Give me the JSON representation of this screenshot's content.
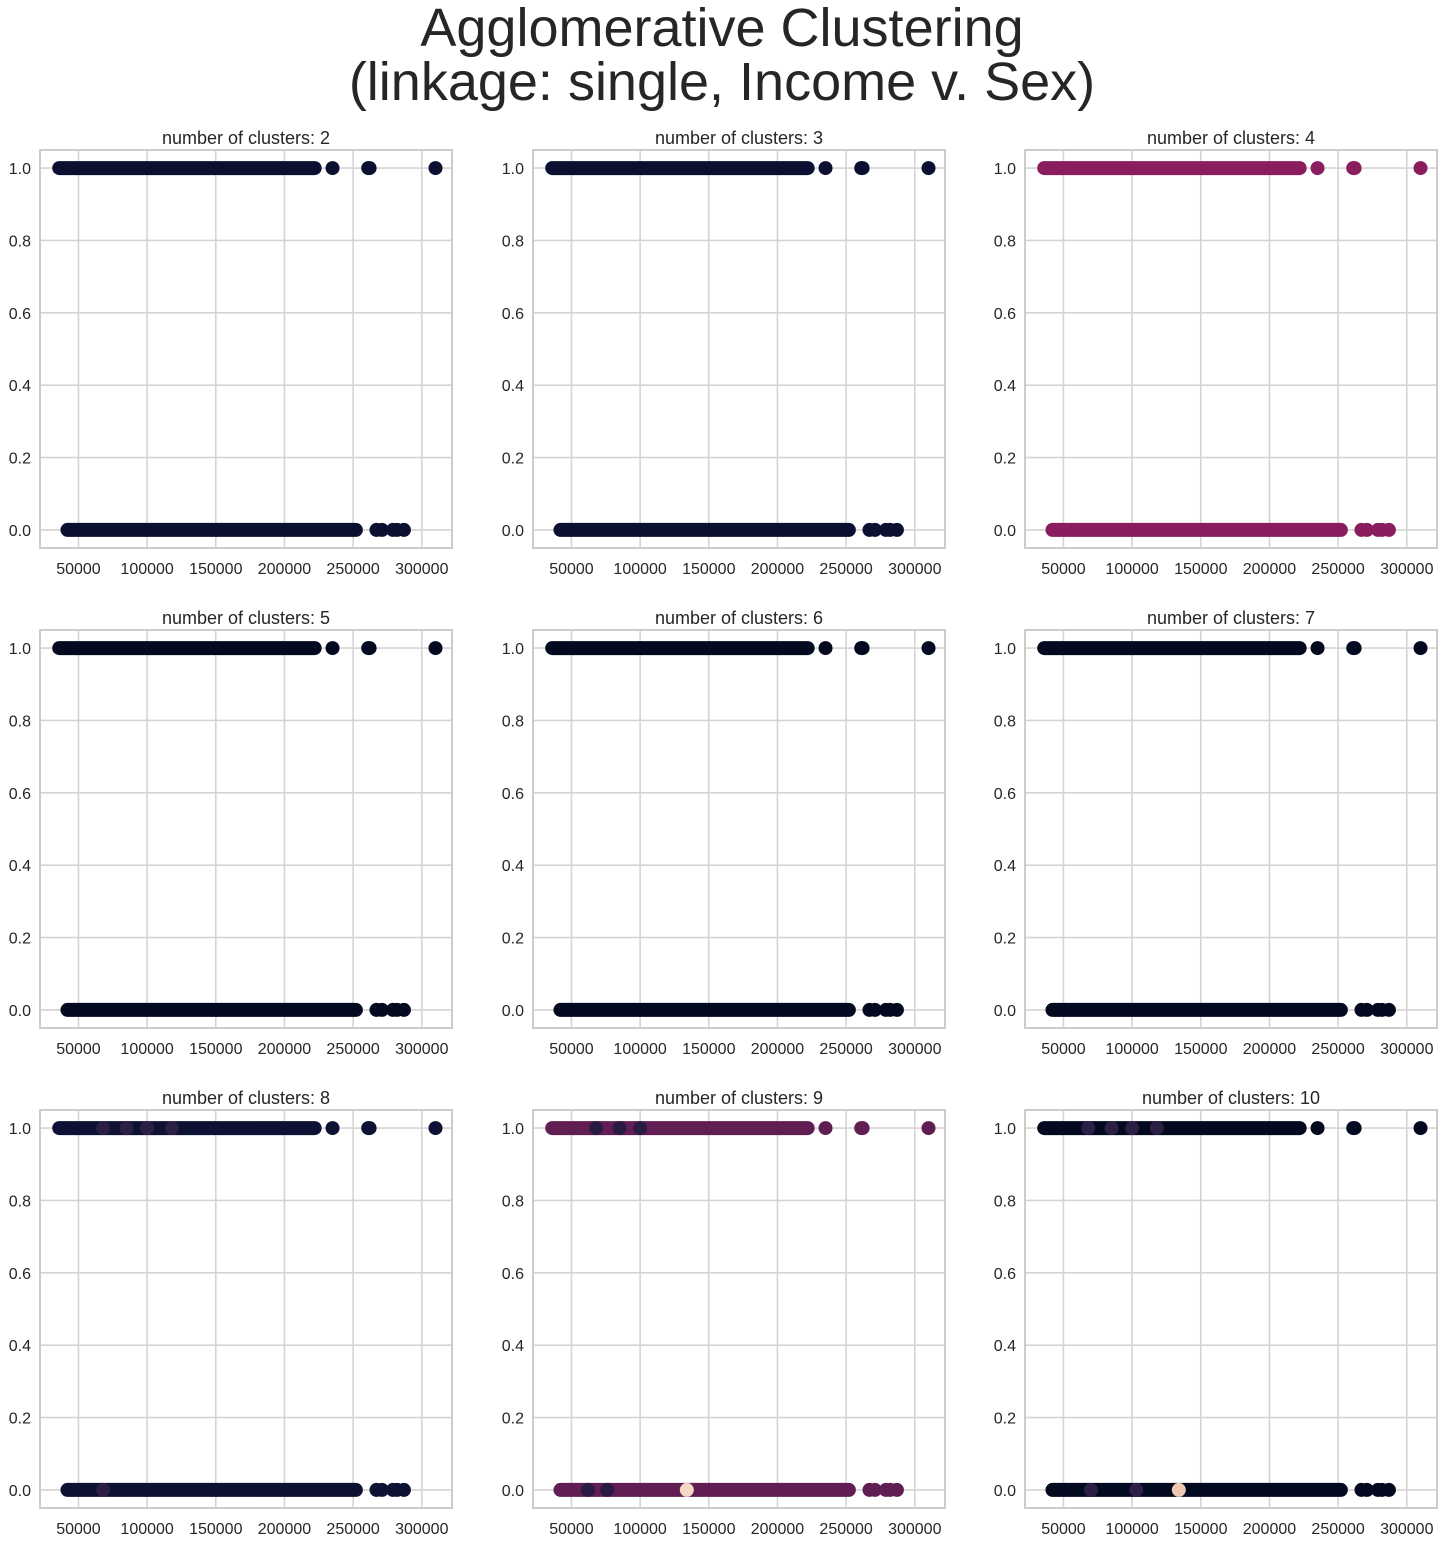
{
  "figure": {
    "title_line1": "Agglomerative Clustering",
    "title_line2": "(linkage: single, Income v. Sex)"
  },
  "chart_data": [
    {
      "type": "scatter",
      "title": "number of clusters: 2",
      "xlabel": "",
      "ylabel": "",
      "xlim": [
        22000,
        322000
      ],
      "ylim": [
        -0.05,
        1.05
      ],
      "xticks": [
        50000,
        100000,
        150000,
        200000,
        250000,
        300000
      ],
      "yticks": [
        0.0,
        0.2,
        0.4,
        0.6,
        0.8,
        1.0
      ],
      "grid": true,
      "series": [
        {
          "y": 1.0,
          "color": "#0b1030",
          "x_min": 36000,
          "x_max": 222000,
          "x": [
            235000,
            261000,
            262000,
            310000
          ]
        },
        {
          "y": 0.0,
          "color": "#0b1030",
          "x_min": 42000,
          "x_max": 252000,
          "x": [
            267000,
            271000,
            279000,
            282000,
            287000
          ]
        }
      ]
    },
    {
      "type": "scatter",
      "title": "number of clusters: 3",
      "xlabel": "",
      "ylabel": "",
      "xlim": [
        22000,
        322000
      ],
      "ylim": [
        -0.05,
        1.05
      ],
      "xticks": [
        50000,
        100000,
        150000,
        200000,
        250000,
        300000
      ],
      "yticks": [
        0.0,
        0.2,
        0.4,
        0.6,
        0.8,
        1.0
      ],
      "grid": true,
      "series": [
        {
          "y": 1.0,
          "color": "#0b1030",
          "x_min": 36000,
          "x_max": 222000,
          "x": [
            235000,
            261000,
            262000,
            310000
          ]
        },
        {
          "y": 0.0,
          "color": "#0b1030",
          "x_min": 42000,
          "x_max": 252000,
          "x": [
            267000,
            271000,
            279000,
            282000,
            287000
          ]
        }
      ]
    },
    {
      "type": "scatter",
      "title": "number of clusters: 4",
      "xlabel": "",
      "ylabel": "",
      "xlim": [
        22000,
        322000
      ],
      "ylim": [
        -0.05,
        1.05
      ],
      "xticks": [
        50000,
        100000,
        150000,
        200000,
        250000,
        300000
      ],
      "yticks": [
        0.0,
        0.2,
        0.4,
        0.6,
        0.8,
        1.0
      ],
      "grid": true,
      "series": [
        {
          "y": 1.0,
          "color": "#8a1d5d",
          "x_min": 36000,
          "x_max": 222000,
          "x": [
            235000,
            261000,
            262000,
            310000
          ]
        },
        {
          "y": 0.0,
          "color": "#8a1d5d",
          "x_min": 42000,
          "x_max": 252000,
          "x": [
            267000,
            271000,
            279000,
            282000,
            287000
          ]
        }
      ]
    },
    {
      "type": "scatter",
      "title": "number of clusters: 5",
      "xlabel": "",
      "ylabel": "",
      "xlim": [
        22000,
        322000
      ],
      "ylim": [
        -0.05,
        1.05
      ],
      "xticks": [
        50000,
        100000,
        150000,
        200000,
        250000,
        300000
      ],
      "yticks": [
        0.0,
        0.2,
        0.4,
        0.6,
        0.8,
        1.0
      ],
      "grid": true,
      "series": [
        {
          "y": 1.0,
          "color": "#030a1f",
          "x_min": 36000,
          "x_max": 222000,
          "x": [
            235000,
            261000,
            262000,
            310000
          ]
        },
        {
          "y": 0.0,
          "color": "#030a1f",
          "x_min": 42000,
          "x_max": 252000,
          "x": [
            267000,
            271000,
            279000,
            282000,
            287000
          ]
        }
      ]
    },
    {
      "type": "scatter",
      "title": "number of clusters: 6",
      "xlabel": "",
      "ylabel": "",
      "xlim": [
        22000,
        322000
      ],
      "ylim": [
        -0.05,
        1.05
      ],
      "xticks": [
        50000,
        100000,
        150000,
        200000,
        250000,
        300000
      ],
      "yticks": [
        0.0,
        0.2,
        0.4,
        0.6,
        0.8,
        1.0
      ],
      "grid": true,
      "series": [
        {
          "y": 1.0,
          "color": "#030a1f",
          "x_min": 36000,
          "x_max": 222000,
          "x": [
            235000,
            261000,
            262000,
            310000
          ]
        },
        {
          "y": 0.0,
          "color": "#030a1f",
          "x_min": 42000,
          "x_max": 252000,
          "x": [
            267000,
            271000,
            279000,
            282000,
            287000
          ]
        }
      ]
    },
    {
      "type": "scatter",
      "title": "number of clusters: 7",
      "xlabel": "",
      "ylabel": "",
      "xlim": [
        22000,
        322000
      ],
      "ylim": [
        -0.05,
        1.05
      ],
      "xticks": [
        50000,
        100000,
        150000,
        200000,
        250000,
        300000
      ],
      "yticks": [
        0.0,
        0.2,
        0.4,
        0.6,
        0.8,
        1.0
      ],
      "grid": true,
      "series": [
        {
          "y": 1.0,
          "color": "#030a1f",
          "x_min": 36000,
          "x_max": 222000,
          "x": [
            235000,
            261000,
            262000,
            310000
          ]
        },
        {
          "y": 0.0,
          "color": "#030a1f",
          "x_min": 42000,
          "x_max": 252000,
          "x": [
            267000,
            271000,
            279000,
            282000,
            287000
          ]
        }
      ]
    },
    {
      "type": "scatter",
      "title": "number of clusters: 8",
      "xlabel": "",
      "ylabel": "",
      "xlim": [
        22000,
        322000
      ],
      "ylim": [
        -0.05,
        1.05
      ],
      "xticks": [
        50000,
        100000,
        150000,
        200000,
        250000,
        300000
      ],
      "yticks": [
        0.0,
        0.2,
        0.4,
        0.6,
        0.8,
        1.0
      ],
      "grid": true,
      "series": [
        {
          "y": 1.0,
          "color": "#0d1133",
          "x_min": 36000,
          "x_max": 222000,
          "x": [
            235000,
            261000,
            262000,
            310000
          ]
        },
        {
          "y": 0.0,
          "color": "#0d1133",
          "x_min": 42000,
          "x_max": 252000,
          "x": [
            267000,
            271000,
            279000,
            282000,
            287000
          ]
        },
        {
          "y": 1.0,
          "color": "#2d1e45",
          "x": [
            68000,
            85000,
            100000,
            118000
          ]
        },
        {
          "y": 0.0,
          "color": "#2d1e45",
          "x": [
            68000
          ]
        }
      ]
    },
    {
      "type": "scatter",
      "title": "number of clusters: 9",
      "xlabel": "",
      "ylabel": "",
      "xlim": [
        22000,
        322000
      ],
      "ylim": [
        -0.05,
        1.05
      ],
      "xticks": [
        50000,
        100000,
        150000,
        200000,
        250000,
        300000
      ],
      "yticks": [
        0.0,
        0.2,
        0.4,
        0.6,
        0.8,
        1.0
      ],
      "grid": true,
      "series": [
        {
          "y": 1.0,
          "color": "#611e53",
          "x_min": 36000,
          "x_max": 222000,
          "x": [
            235000,
            261000,
            262000,
            310000
          ]
        },
        {
          "y": 0.0,
          "color": "#611e53",
          "x_min": 42000,
          "x_max": 252000,
          "x": [
            267000,
            271000,
            279000,
            282000,
            287000
          ]
        },
        {
          "y": 1.0,
          "color": "#2a1b44",
          "x": [
            68000,
            85000,
            100000
          ]
        },
        {
          "y": 0.0,
          "color": "#2a1b44",
          "x": [
            62000,
            76000
          ]
        },
        {
          "y": 0.0,
          "color": "#f5d9c6",
          "x": [
            134000
          ]
        }
      ]
    },
    {
      "type": "scatter",
      "title": "number of clusters: 10",
      "xlabel": "",
      "ylabel": "",
      "xlim": [
        22000,
        322000
      ],
      "ylim": [
        -0.05,
        1.05
      ],
      "xticks": [
        50000,
        100000,
        150000,
        200000,
        250000,
        300000
      ],
      "yticks": [
        0.0,
        0.2,
        0.4,
        0.6,
        0.8,
        1.0
      ],
      "grid": true,
      "series": [
        {
          "y": 1.0,
          "color": "#030a1f",
          "x_min": 36000,
          "x_max": 222000,
          "x": [
            235000,
            261000,
            262000,
            310000
          ]
        },
        {
          "y": 0.0,
          "color": "#030a1f",
          "x_min": 42000,
          "x_max": 252000,
          "x": [
            267000,
            271000,
            279000,
            282000,
            287000
          ]
        },
        {
          "y": 1.0,
          "color": "#2d1e45",
          "x": [
            68000,
            85000,
            100000,
            118000
          ]
        },
        {
          "y": 0.0,
          "color": "#2d1e45",
          "x": [
            70000,
            103000
          ]
        },
        {
          "y": 0.0,
          "color": "#f0c9b5",
          "x": [
            134000
          ]
        }
      ]
    }
  ]
}
